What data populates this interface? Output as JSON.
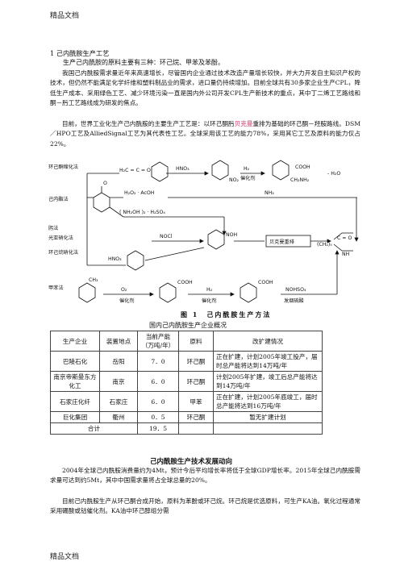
{
  "header": "精品文档",
  "footer": "精品文档",
  "section1_title": "1 己内酰胺生产工艺",
  "intro_line": "生产己内酰胺的原料主要有三种：环己烷、甲苯及苯酚。",
  "para1": "我国己内酰胺需求量近年来高速增长，尽管国内企业通过技术改造产量增长较快，并大力开发自主知识产权的技术，但仍然不能满足化学纤维和塑料制品业的需求，进口量仍持续增加。目前全球共有30多家企业生产CPL，降低生产成本、采用绿色工艺、减少环境污染一直是国内外公司开发CPL生产新技术的重点，其中丁二烯工艺路线和酮－肟工艺路线成为研发的焦点。",
  "para2_a": "目前，世界工业化生产己内酰胺的主要生产工艺是：以环己酮肟",
  "para2_hl": "贝克曼",
  "para2_b": "重排为基础的环己酮－羟胺路线。DSM／HPO工艺及AlliedSignal工艺为其代表性工艺。全球采用该工艺的能力78%，采用其它工艺及原料的能力仅占22%。",
  "diagram": {
    "route_labels": [
      "环己酮缩化法",
      "己内酯法",
      "肟法",
      "光亚硝化法",
      "环己烷硝化法",
      "甲苯法"
    ],
    "reagents": {
      "r1": "H₂C = C = O",
      "r_hno3": "HNO₃",
      "r_h2": "H₂",
      "r_cat": "催化剂",
      "r_minus_h2o": "- H₂O",
      "r_h2o2": "H₂O₂ · AcOH",
      "r_nh3": "NH₃",
      "r_nh2oh": "( NH₂OH )₂ · H₂SO₄",
      "r_nocl": "NOCl",
      "r_beckmann": "贝克曼重排",
      "r_o2": "O₂",
      "r_nohso4": "NOHSO₄",
      "r_oleum": "发烟硫酸",
      "s_cooh": "COOH",
      "s_ch2nh2": "CH₂NH₂",
      "s_noh": "NOH",
      "s_no2": "NO₂",
      "s_ch3": "CH₃",
      "s_o": "O",
      "s_co": "C = O",
      "s_ch2n": "(CH₂)₅",
      "s_nh": "NH"
    },
    "caption": "图 1　己内酰胺生产方法"
  },
  "table": {
    "caption": "国内己内酰胺生产企业概况",
    "headers": [
      "生产企业",
      "装置地点",
      "当前产能（万吨/年）",
      "原料",
      "改扩建情况"
    ],
    "rows": [
      [
        "巴陵石化",
        "岳阳",
        "7．0",
        "环己酮",
        "正在扩建，计划2005年竣工投产，届时总产能将达到14万吨/年"
      ],
      [
        "南京帝斯曼东方化工",
        "南京",
        "6．0",
        "环己酮",
        "计划2005年扩建，竣工后总产能将达到14万吨/年"
      ],
      [
        "石家庄化纤",
        "石家庄",
        "6．0",
        "甲苯",
        "正在扩建，计划2005年底竣工，届时总产能将达到16万吨/年"
      ],
      [
        "巨化集团",
        "衢州",
        "0．5",
        "环己酮",
        "暂无扩建计划"
      ]
    ],
    "total_label": "合计",
    "total_value": "19．5"
  },
  "section2_title": "己内酰胺生产技术发展动向",
  "para3": "2004年全球己内酰胺消费量约为4Mt，预计今后平均增长率将低于全球GDP增长率。2015年全球己内酰胺需求量可达到约5Mt，其中中国需求量将占全球总量的20%。",
  "para4": "目前己内酰胺生产从环己酮合成开始，原料为苯酚或环己烷。环己烷是优选原料，可生产KA油。氧化过程通常采用硼酸或钴催化剂。KA油中环己醇组分需"
}
